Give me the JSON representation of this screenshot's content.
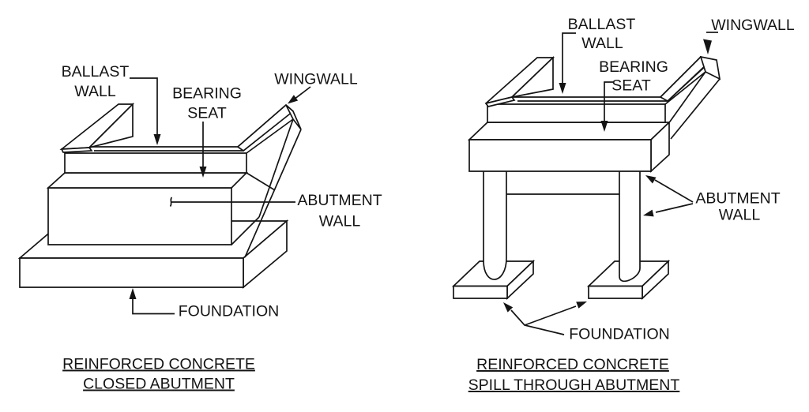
{
  "page": {
    "background": "#ffffff",
    "line_color": "#141414",
    "text_color": "#141414"
  },
  "left_figure": {
    "type": "isometric line drawing",
    "caption_line1": "REINFORCED CONCRETE",
    "caption_line2": "CLOSED ABUTMENT",
    "labels": {
      "ballast_line1": "BALLAST",
      "ballast_line2": "WALL",
      "bearing_line1": "BEARING",
      "bearing_line2": "SEAT",
      "wingwall": "WINGWALL",
      "abutment_line1": "ABUTMENT",
      "abutment_line2": "WALL",
      "foundation": "FOUNDATION"
    }
  },
  "right_figure": {
    "type": "isometric line drawing",
    "caption_line1": "REINFORCED CONCRETE",
    "caption_line2": "SPILL THROUGH ABUTMENT",
    "labels": {
      "ballast_line1": "BALLAST",
      "ballast_line2": "WALL",
      "bearing_line1": "BEARING",
      "bearing_line2": "SEAT",
      "wingwall": "WINGWALL",
      "abutment_line1": "ABUTMENT",
      "abutment_line2": "WALL",
      "foundation": "FOUNDATION"
    }
  }
}
